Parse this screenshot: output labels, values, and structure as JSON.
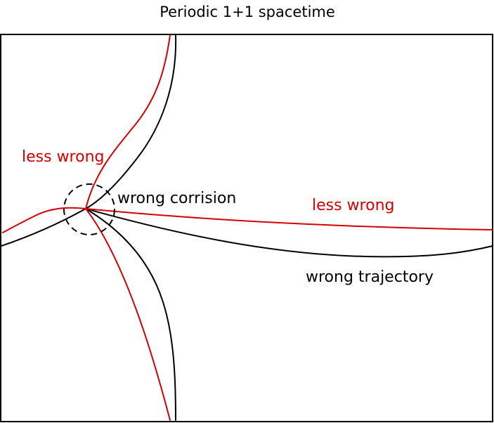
{
  "title": "Periodic 1+1 spacetime",
  "labels": {
    "less_wrong_left": "less wrong",
    "less_wrong_right": "less wrong",
    "wrong_corrision": "wrong corrision",
    "wrong_trajectory": "wrong trajectory"
  },
  "colors": {
    "correct": "#000000",
    "less_wrong": "#d40000"
  }
}
